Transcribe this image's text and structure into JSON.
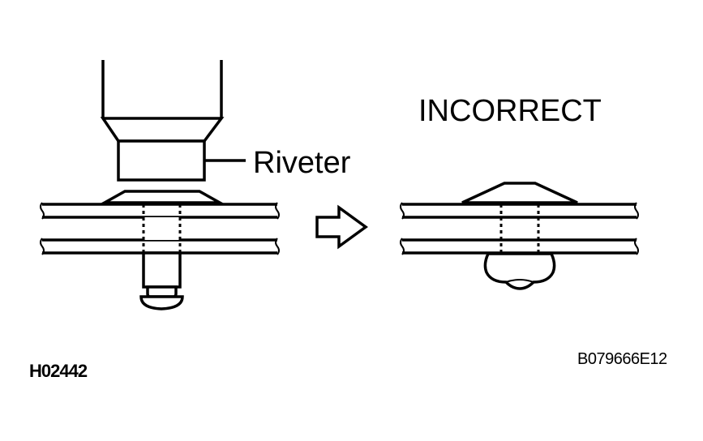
{
  "labels": {
    "tool": "Riveter",
    "status": "INCORRECT",
    "code_left": "H02442",
    "code_right": "B079666E12"
  },
  "colors": {
    "line": "#000000",
    "background": "#ffffff"
  },
  "icons": {
    "transition": "arrow-right-icon"
  }
}
